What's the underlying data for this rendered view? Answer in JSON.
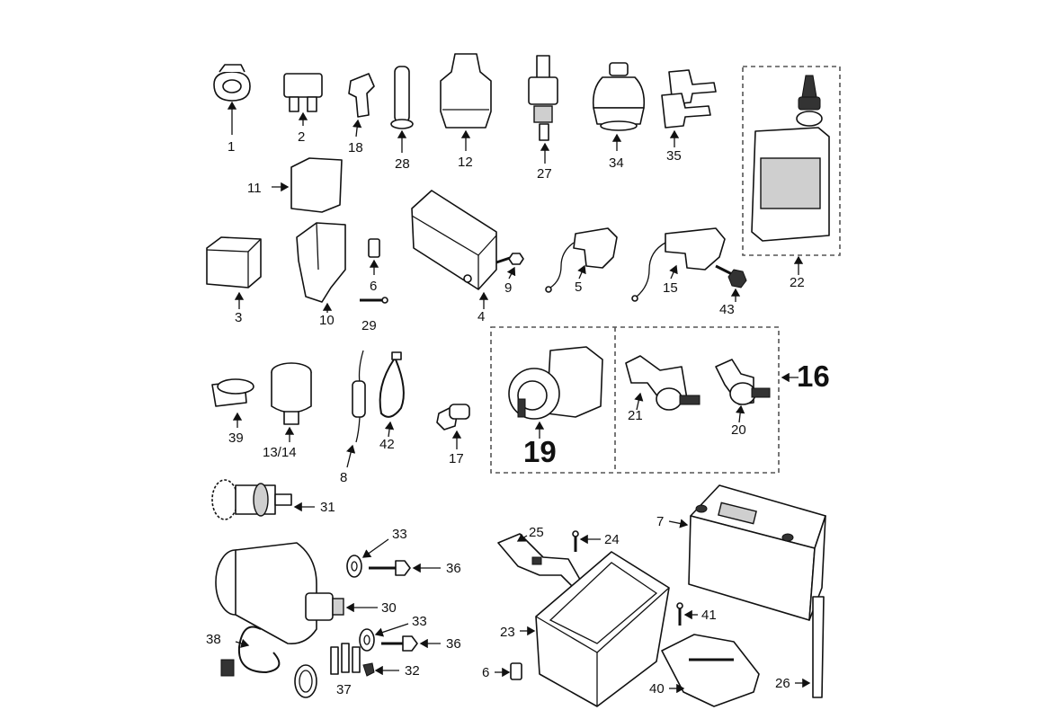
{
  "diagram": {
    "part_numbers": {
      "p1": "1",
      "p2": "2",
      "p18": "18",
      "p28": "28",
      "p12": "12",
      "p27": "27",
      "p34": "34",
      "p35": "35",
      "p22": "22",
      "p11": "11",
      "p3": "3",
      "p10": "10",
      "p6a": "6",
      "p29": "29",
      "p4": "4",
      "p9": "9",
      "p5": "5",
      "p15": "15",
      "p43": "43",
      "p16": "16",
      "p19": "19",
      "p21": "21",
      "p20": "20",
      "p39": "39",
      "p13_14": "13/14",
      "p8": "8",
      "p42": "42",
      "p17": "17",
      "p31": "31",
      "p33a": "33",
      "p36a": "36",
      "p30": "30",
      "p33b": "33",
      "p36b": "36",
      "p38": "38",
      "p32": "32",
      "p37": "37",
      "p25": "25",
      "p24": "24",
      "p23": "23",
      "p6b": "6",
      "p7": "7",
      "p41": "41",
      "p40": "40",
      "p26": "26"
    }
  }
}
